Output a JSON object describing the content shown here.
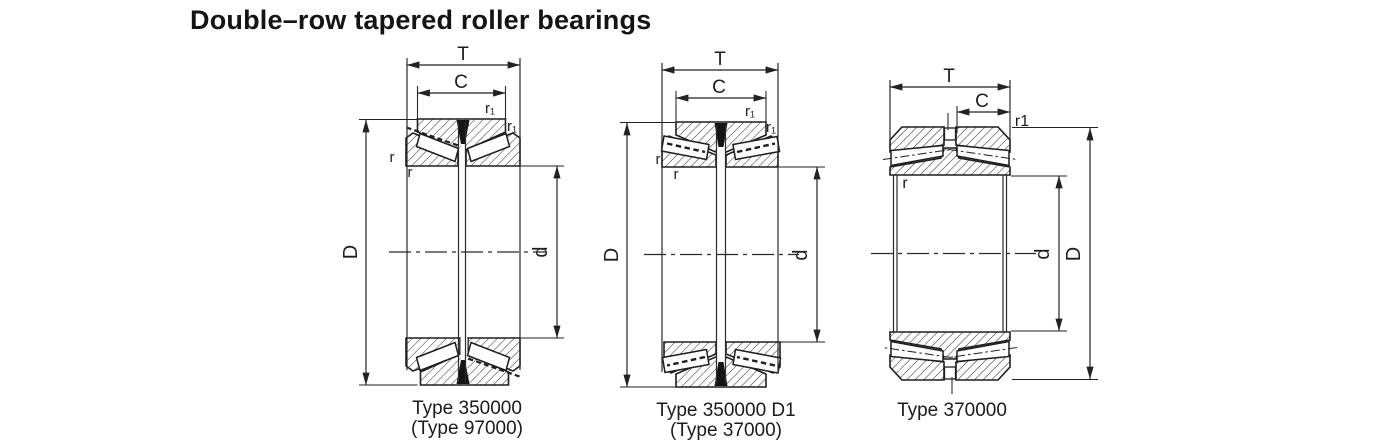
{
  "title": "Double–row tapered roller bearings",
  "colors": {
    "line": "#2a2a2a",
    "text": "#1d1d1d",
    "background": "#ffffff"
  },
  "dim_labels": {
    "T": "T",
    "C": "C",
    "D": "D",
    "d": "d",
    "r": "r",
    "r1_sub": "r₁",
    "r1_plain": "r1"
  },
  "drawings": [
    {
      "name": "type-350000",
      "caption": [
        "Type 350000",
        "(Type 97000)"
      ]
    },
    {
      "name": "type-350000-d1",
      "caption": [
        "Type 350000 D1",
        "(Type 37000)"
      ]
    },
    {
      "name": "type-370000",
      "caption": [
        "Type 370000"
      ]
    }
  ]
}
